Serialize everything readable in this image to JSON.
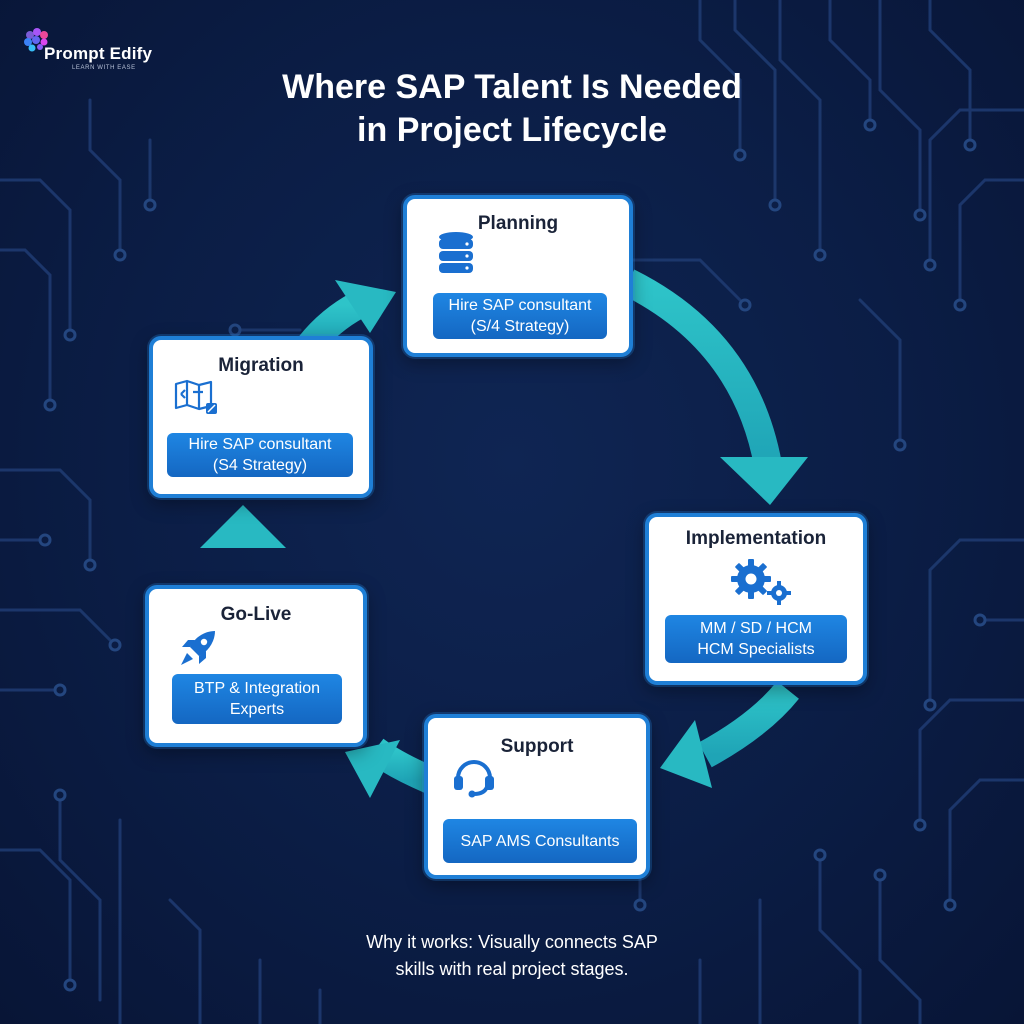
{
  "brand": {
    "name": "Prompt Edify",
    "tagline": "LEARN WITH EASE",
    "icon": "brain-icon"
  },
  "title": {
    "line1": "Where SAP Talent Is Needed",
    "line2": "in Project Lifecycle"
  },
  "stages": {
    "planning": {
      "title": "Planning",
      "icon": "database-icon",
      "lines": [
        "Hire SAP consultant",
        "(S/4 Strategy)"
      ]
    },
    "implementation": {
      "title": "Implementation",
      "icon": "gears-icon",
      "lines": [
        "MM / SD / HCM",
        "HCM Specialists"
      ]
    },
    "support": {
      "title": "Support",
      "icon": "headset-icon",
      "lines": [
        "SAP AMS Consultants"
      ]
    },
    "golive": {
      "title": "Go-Live",
      "icon": "rocket-icon",
      "lines": [
        "BTP & Integration",
        "Experts"
      ]
    },
    "migration": {
      "title": "Migration",
      "icon": "data-migration-icon",
      "lines": [
        "Hire SAP consultant",
        "(S4 Strategy)"
      ]
    }
  },
  "footer": {
    "line1": "Why it works: Visually connects SAP",
    "line2": "skills with real project stages."
  },
  "colors": {
    "background": "#0b1d45",
    "arrow": "#26b3bd",
    "card_border": "#1f7fd6",
    "pill": "#1a78d4",
    "circuit": "#1e3a70"
  }
}
